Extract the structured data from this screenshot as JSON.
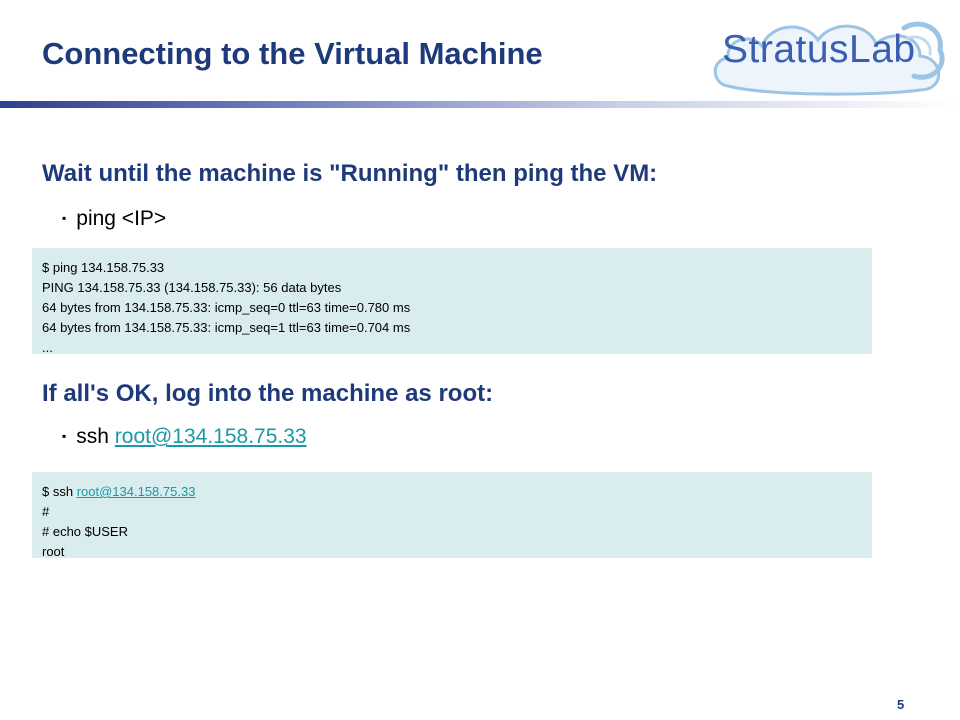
{
  "slide": {
    "title": "Connecting to the Virtual Machine",
    "logo_text": "StratusLab",
    "page_number": "5"
  },
  "section_ping": {
    "heading": "Wait until the machine is \"Running\" then ping the VM:",
    "bullet_marker": "▪",
    "bullet_text": "ping <IP>",
    "console_lines": [
      "$ ping 134.158.75.33",
      "PING 134.158.75.33 (134.158.75.33): 56 data bytes",
      "64 bytes from 134.158.75.33: icmp_seq=0 ttl=63 time=0.780 ms",
      "64 bytes from 134.158.75.33: icmp_seq=1 ttl=63 time=0.704 ms",
      "..."
    ]
  },
  "section_ssh": {
    "heading": "If all's OK, log into the machine as root:",
    "bullet_marker": "▪",
    "bullet_prefix": "ssh ",
    "bullet_link": "root@134.158.75.33",
    "console_prefix": "$ ssh ",
    "console_link": "root@134.158.75.33",
    "console_lines": [
      "#",
      "# echo $USER",
      "root"
    ]
  },
  "colors": {
    "title": "#1f3a7a",
    "link": "#1a9aa6",
    "console_bg": "#d9ecee",
    "logo_text": "#3a5fb0",
    "logo_cloud": "#9cc4e4"
  },
  "icons": {
    "logo": "stratuslab-cloud-logo"
  }
}
